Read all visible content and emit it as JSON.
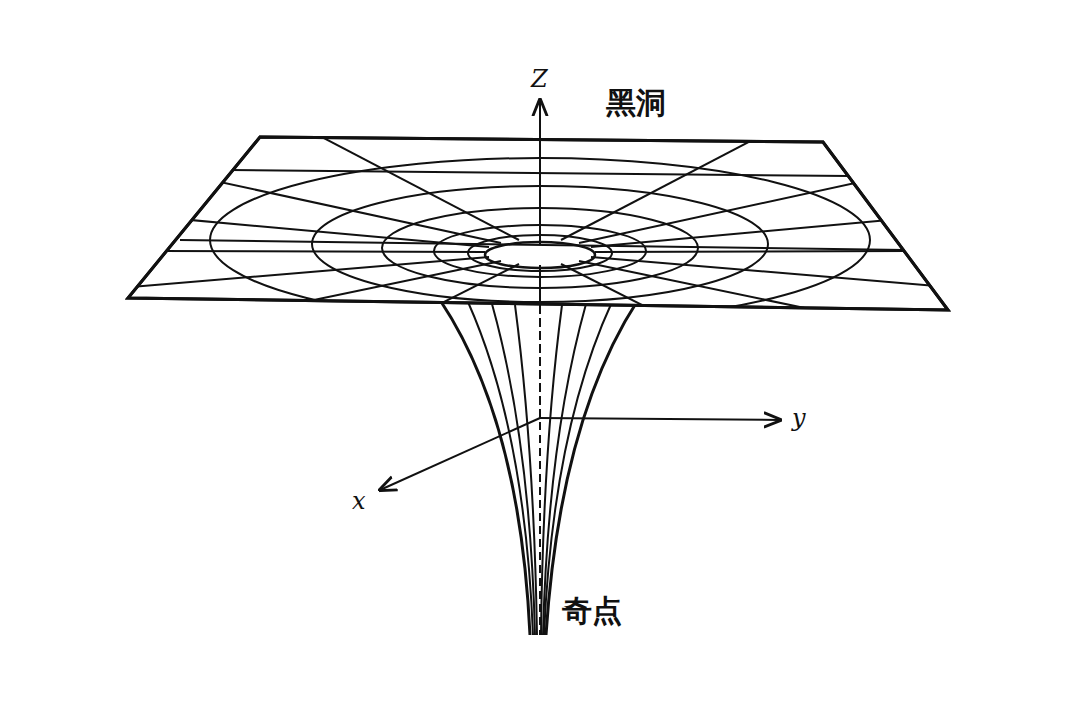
{
  "diagram": {
    "labels": [
      "Z",
      "黑洞",
      "y",
      "x",
      "奇点"
    ]
  }
}
